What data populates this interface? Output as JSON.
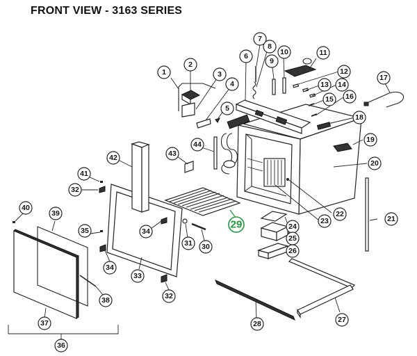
{
  "title": "FRONT VIEW - 3163 SERIES",
  "highlight_color": "#1a9c3a",
  "highlighted_part": "29",
  "callouts": [
    {
      "id": "1",
      "label": "1"
    },
    {
      "id": "2",
      "label": "2"
    },
    {
      "id": "3",
      "label": "3"
    },
    {
      "id": "4",
      "label": "4"
    },
    {
      "id": "5",
      "label": "5"
    },
    {
      "id": "6",
      "label": "6"
    },
    {
      "id": "7",
      "label": "7"
    },
    {
      "id": "8",
      "label": "8"
    },
    {
      "id": "9",
      "label": "9"
    },
    {
      "id": "10",
      "label": "10"
    },
    {
      "id": "11",
      "label": "11"
    },
    {
      "id": "12",
      "label": "12"
    },
    {
      "id": "13",
      "label": "13"
    },
    {
      "id": "14",
      "label": "14"
    },
    {
      "id": "15",
      "label": "15"
    },
    {
      "id": "16",
      "label": "16"
    },
    {
      "id": "17",
      "label": "17"
    },
    {
      "id": "18",
      "label": "18"
    },
    {
      "id": "19",
      "label": "19"
    },
    {
      "id": "20",
      "label": "20"
    },
    {
      "id": "21",
      "label": "21"
    },
    {
      "id": "22",
      "label": "22"
    },
    {
      "id": "23",
      "label": "23"
    },
    {
      "id": "24",
      "label": "24"
    },
    {
      "id": "25",
      "label": "25"
    },
    {
      "id": "26",
      "label": "26"
    },
    {
      "id": "27",
      "label": "27"
    },
    {
      "id": "28",
      "label": "28"
    },
    {
      "id": "29",
      "label": "29"
    },
    {
      "id": "30",
      "label": "30"
    },
    {
      "id": "31",
      "label": "31"
    },
    {
      "id": "32a",
      "label": "32"
    },
    {
      "id": "32b",
      "label": "32"
    },
    {
      "id": "33",
      "label": "33"
    },
    {
      "id": "34a",
      "label": "34"
    },
    {
      "id": "34b",
      "label": "34"
    },
    {
      "id": "35",
      "label": "35"
    },
    {
      "id": "36",
      "label": "36"
    },
    {
      "id": "37",
      "label": "37"
    },
    {
      "id": "38",
      "label": "38"
    },
    {
      "id": "39",
      "label": "39"
    },
    {
      "id": "40",
      "label": "40"
    },
    {
      "id": "41",
      "label": "41"
    },
    {
      "id": "42",
      "label": "42"
    },
    {
      "id": "43",
      "label": "43"
    },
    {
      "id": "44",
      "label": "44"
    }
  ]
}
